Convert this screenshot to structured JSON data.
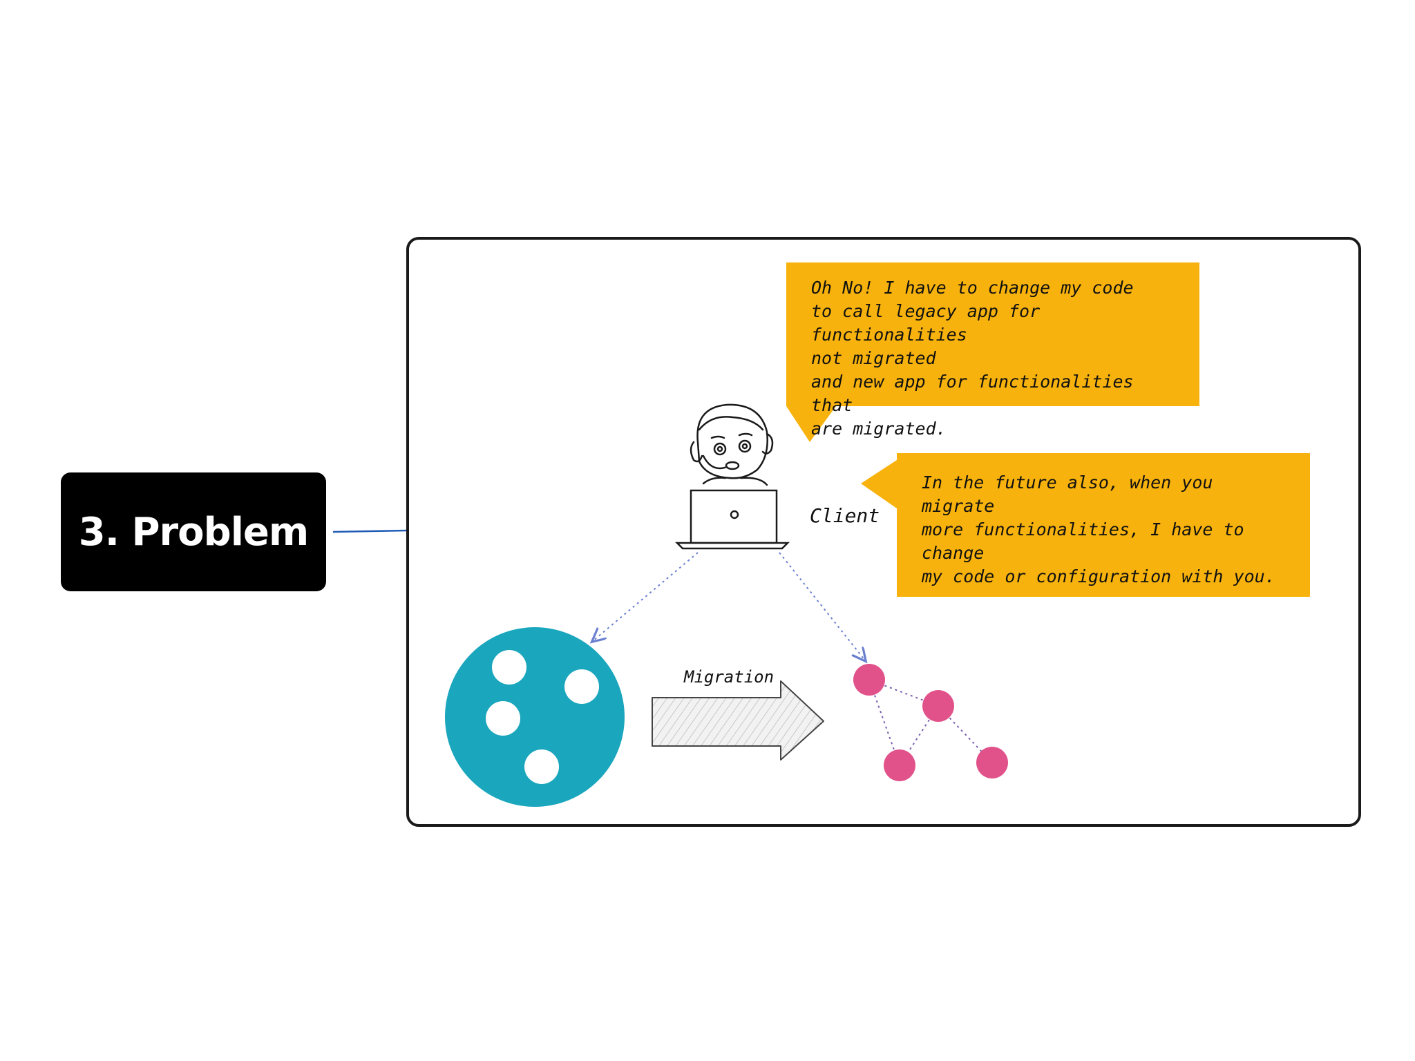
{
  "title": "3. Problem",
  "diagram": {
    "note_top": "Oh No! I have to change my code\nto call legacy app for functionalities\nnot migrated\nand new app for functionalities that\nare migrated.",
    "note_right": "In the future also, when you migrate\nmore functionalities, I have to change\nmy code or configuration with you.",
    "client_label": "Client",
    "migration_label": "Migration"
  },
  "colors": {
    "note": "#f7b20d",
    "monolith": "#1aa6bd",
    "microservice_node": "#e2528a",
    "title_bg": "#000000",
    "connector": "#1f5bb5"
  },
  "icons": [
    "person-with-headset-icon",
    "laptop-icon",
    "monolith-circle-icon",
    "microservices-graph-icon",
    "arrow-right-icon"
  ]
}
